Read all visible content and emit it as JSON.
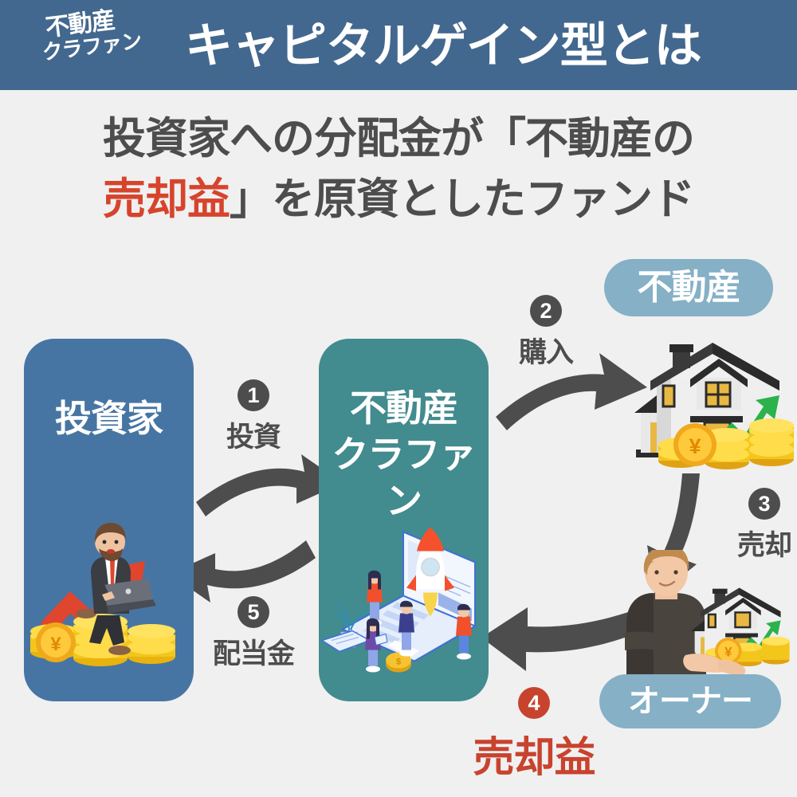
{
  "header": {
    "badge_line1": "不動産",
    "badge_line2": "クラファン",
    "title": "キャピタルゲイン型とは",
    "bg_color": "#43688f"
  },
  "subtitle": {
    "line1": "投資家への分配金が「不動産の",
    "line2_highlight": "売却益",
    "line2_rest": "」を原資としたファンド",
    "text_color": "#4d4d4d",
    "highlight_color": "#d6442c"
  },
  "panels": [
    {
      "id": "investor",
      "title": "投資家",
      "color": "#4775a3",
      "illustration": "businessman-on-coins-icon"
    },
    {
      "id": "crowdfunding",
      "title_line1": "不動産",
      "title_line2": "クラファン",
      "color": "#428b8f",
      "illustration": "isometric-crowdfunding-laptop-icon"
    }
  ],
  "pills": [
    {
      "id": "realestate",
      "label": "不動産",
      "color": "#85b0c6"
    },
    {
      "id": "owner",
      "label": "オーナー",
      "color": "#85b0c6"
    }
  ],
  "steps": [
    {
      "num": "❶",
      "label": "投資",
      "color": "#4d4d4d"
    },
    {
      "num": "❷",
      "label": "購入",
      "color": "#4d4d4d"
    },
    {
      "num": "❸",
      "label": "売却",
      "color": "#4d4d4d"
    },
    {
      "num": "❹",
      "label": "売却益",
      "color": "#c8432e"
    },
    {
      "num": "❺",
      "label": "配当金",
      "color": "#4d4d4d"
    }
  ],
  "illustrations": [
    {
      "name": "house-with-coins-icon",
      "description": "3D house with yen coin, green growth arrow and gold coin stacks"
    },
    {
      "name": "owner-holding-house-icon",
      "description": "man holding house with coins"
    }
  ],
  "colors": {
    "background": "#f0f0f0",
    "arrow": "#4d4d4d",
    "red": "#c8432e",
    "gold": "#f5c518",
    "green": "#2bb24c"
  }
}
